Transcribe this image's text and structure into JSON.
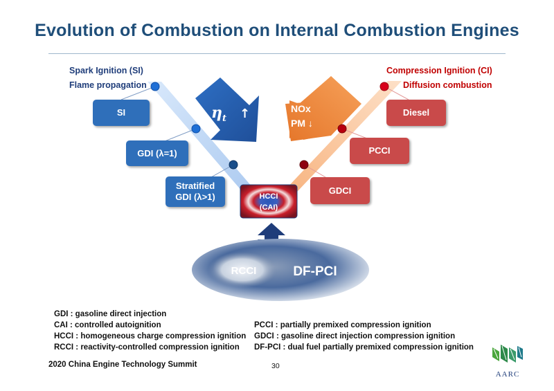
{
  "title": "Evolution of Combustion on Internal Combustion Engines",
  "left_branch": {
    "label_line1": "Spark Ignition (SI)",
    "label_line2": "Flame propagation",
    "nodes": [
      "SI",
      "GDI (λ=1)",
      "Stratified",
      "GDI (λ>1)"
    ]
  },
  "right_branch": {
    "label_line1": "Compression Ignition (CI)",
    "label_line2": "Diffusion combustion",
    "nodes": [
      "Diesel",
      "PCCI",
      "GDCI"
    ]
  },
  "center": {
    "line1": "HCCI",
    "line2": "(CAI)"
  },
  "efficiency_arrow": {
    "symbol": "η",
    "subscript": "t",
    "arrow": "↑"
  },
  "emission_arrow": {
    "line1": "NOx",
    "line2": "PM ↓"
  },
  "ellipse": {
    "left": "RCCI",
    "right": "DF-PCI"
  },
  "glossary_left": [
    "GDI : gasoline direct injection",
    "CAI : controlled autoignition",
    "HCCI : homogeneous charge compression ignition",
    "RCCI : reactivity-controlled compression ignition"
  ],
  "glossary_right": [
    "PCCI : partially premixed compression ignition",
    "GDCI : gasoline direct injection compression ignition",
    "DF-PCI : dual fuel partially premixed compression ignition"
  ],
  "footer": {
    "event": "2020 China Engine Technology Summit",
    "page": "30",
    "logo_text": "AARC"
  },
  "colors": {
    "blue": "#2f6fba",
    "red": "#c94a4a",
    "title": "#1f4e79"
  }
}
